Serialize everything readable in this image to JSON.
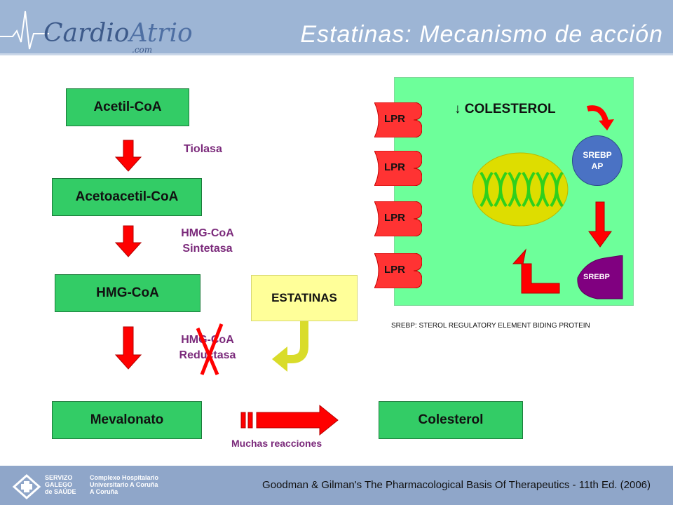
{
  "header": {
    "logo_main": "Cardio",
    "logo_accent": "Atrio",
    "logo_suffix": ".com",
    "title": "Estatinas: Mecanismo de acción"
  },
  "pathway": {
    "steps": [
      "Acetil-CoA",
      "Acetoacetil-CoA",
      "HMG-CoA",
      "Mevalonato",
      "Colesterol"
    ],
    "enzymes": {
      "tiolasa": "Tiolasa",
      "sintetasa_1": "HMG-CoA",
      "sintetasa_2": "Sintetasa",
      "reductasa_1": "HMG-CoA",
      "reductasa_2": "Reductasa"
    },
    "muchas_reacciones": "Muchas reacciones",
    "estatinas": "ESTATINAS"
  },
  "cell": {
    "receptor_label": "LPR",
    "colesterol": "↓ COLESTEROL",
    "srebp_ap_1": "SREBP",
    "srebp_ap_2": "AP",
    "srebp": "SREBP",
    "definition": "SREBP: STEROL REGULATORY ELEMENT BIDING PROTEIN"
  },
  "footer": {
    "sergas_1": "SERVIZO",
    "sergas_2": "GALEGO",
    "sergas_3": "de SAÚDE",
    "hospital_1": "Complexo Hospitalario",
    "hospital_2": "Universitario A Coruña",
    "hospital_3": "A Coruña",
    "reference": "Goodman & Gilman's The Pharmacological Basis Of Therapeutics - 11th Ed. (2006)"
  },
  "colors": {
    "header": "#9db5d5",
    "box_green": "#33cc66",
    "cell_green": "#6dff9a",
    "arrow_red": "#ff0000",
    "enzyme_purple": "#7b2a7b",
    "statin_yellow": "#ffff99",
    "srebp_blue": "#4a72c4",
    "srebp_purple": "#800080"
  }
}
